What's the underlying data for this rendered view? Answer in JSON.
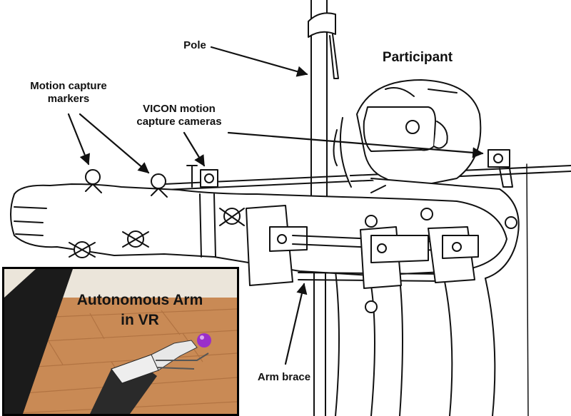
{
  "labels": {
    "pole": "Pole",
    "participant": "Participant",
    "markers_line1": "Motion capture",
    "markers_line2": "markers",
    "vicon_line1": "VICON motion",
    "vicon_line2": "capture cameras",
    "arm_brace": "Arm brace"
  },
  "inset": {
    "title_line1": "Autonomous Arm",
    "title_line2": "in VR"
  },
  "colors": {
    "line": "#111111",
    "floor": "#c98a55",
    "wall": "#e9e3d8",
    "target": "#9a2fc9"
  }
}
